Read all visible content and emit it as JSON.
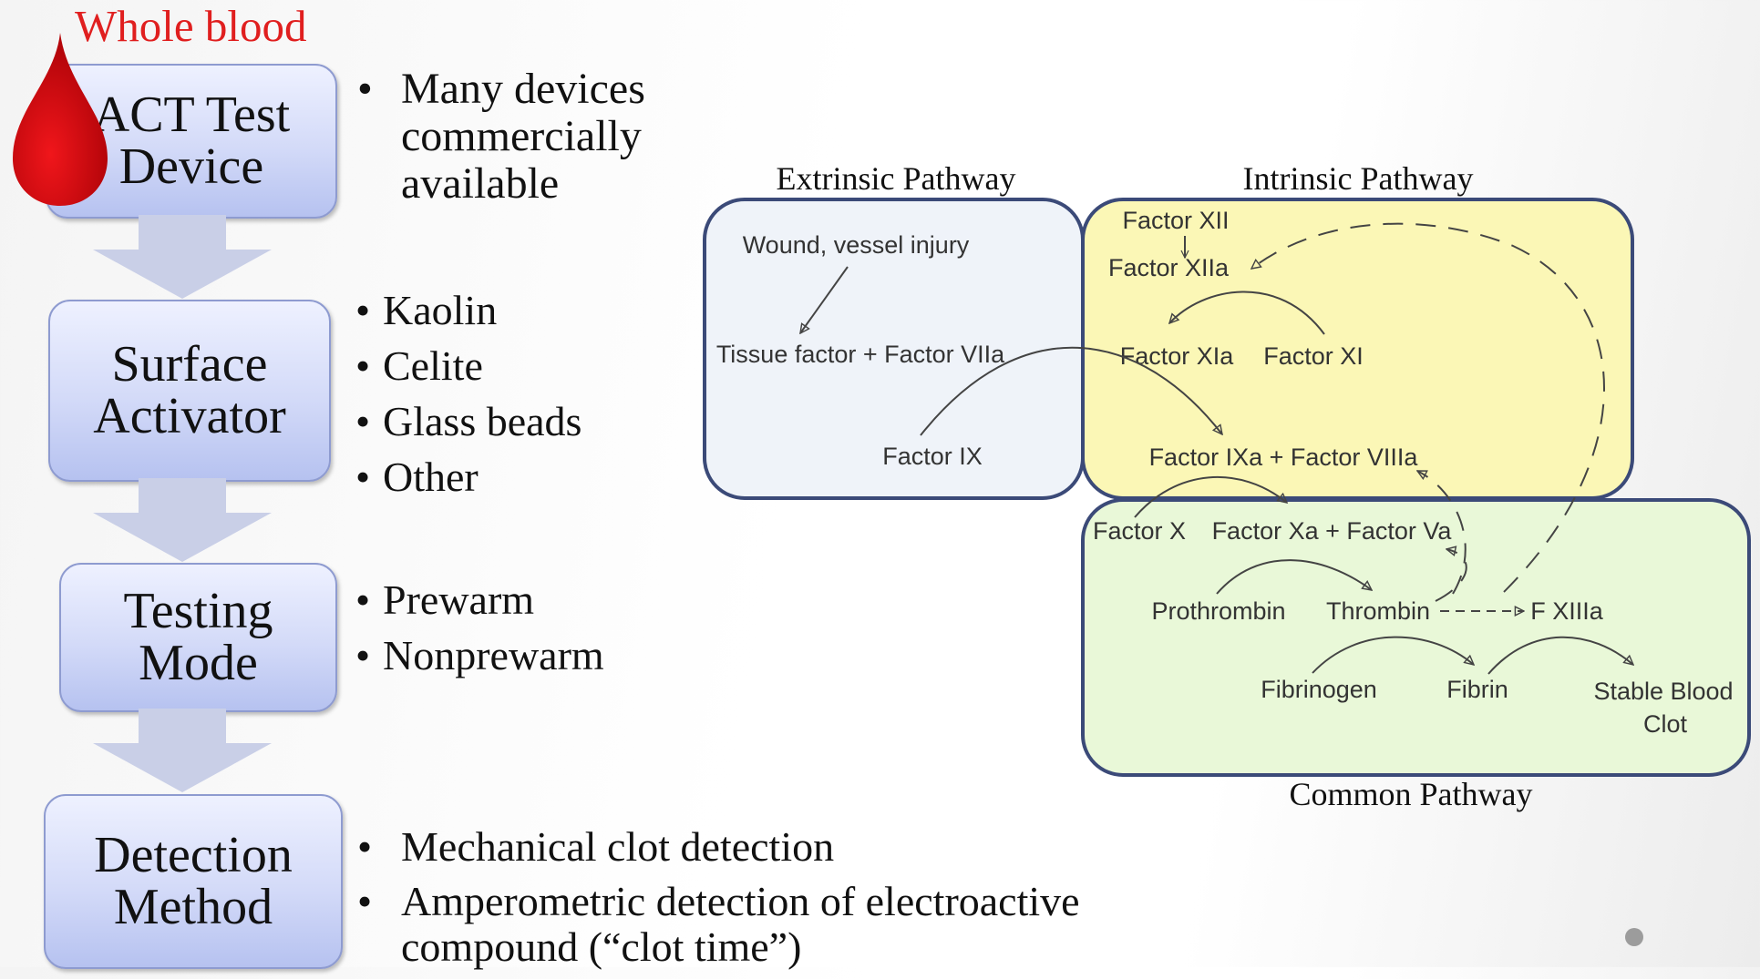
{
  "whole_blood_label": "Whole blood",
  "steps": [
    "ACT Test\nDevice",
    "Surface\nActivator",
    "Testing\nMode",
    "Detection\nMethod"
  ],
  "bullets": {
    "device": [
      "Many devices\ncommercially\navailable"
    ],
    "activator": [
      "Kaolin",
      "Celite",
      "Glass beads",
      "Other"
    ],
    "mode": [
      "Prewarm",
      "Nonprewarm"
    ],
    "detection": [
      " Mechanical clot detection",
      "Amperometric detection of electroactive\ncompound (“clot time”)"
    ]
  },
  "pathways": {
    "extrinsic_title": "Extrinsic Pathway",
    "intrinsic_title": "Intrinsic Pathway",
    "common_title": "Common Pathway",
    "colors": {
      "extrinsic": "#eff3f9",
      "intrinsic": "#fbf7b6",
      "common": "#e9f8d8",
      "border": "#3b4a78"
    }
  },
  "nodes": {
    "wound": "Wound, vessel injury",
    "tissue_factor": "Tissue factor + Factor VIIa",
    "factor_ix": "Factor IX",
    "factor_xii": "Factor XII",
    "factor_xiia": "Factor XIIa",
    "factor_xia": "Factor XIa",
    "factor_xi": "Factor XI",
    "factor_ixa": "Factor IXa + Factor VIIIa",
    "factor_x": "Factor X",
    "factor_xa": "Factor Xa + Factor Va",
    "prothrombin": "Prothrombin",
    "thrombin": "Thrombin",
    "f_xiiia": "F XIIIa",
    "fibrinogen": "Fibrinogen",
    "fibrin": "Fibrin",
    "stable_clot_1": "Stable Blood",
    "stable_clot_2": "Clot"
  },
  "icons": {
    "drop": "blood-drop-icon",
    "down": "down-arrow-icon",
    "slide": "slide-indicator-icon"
  }
}
